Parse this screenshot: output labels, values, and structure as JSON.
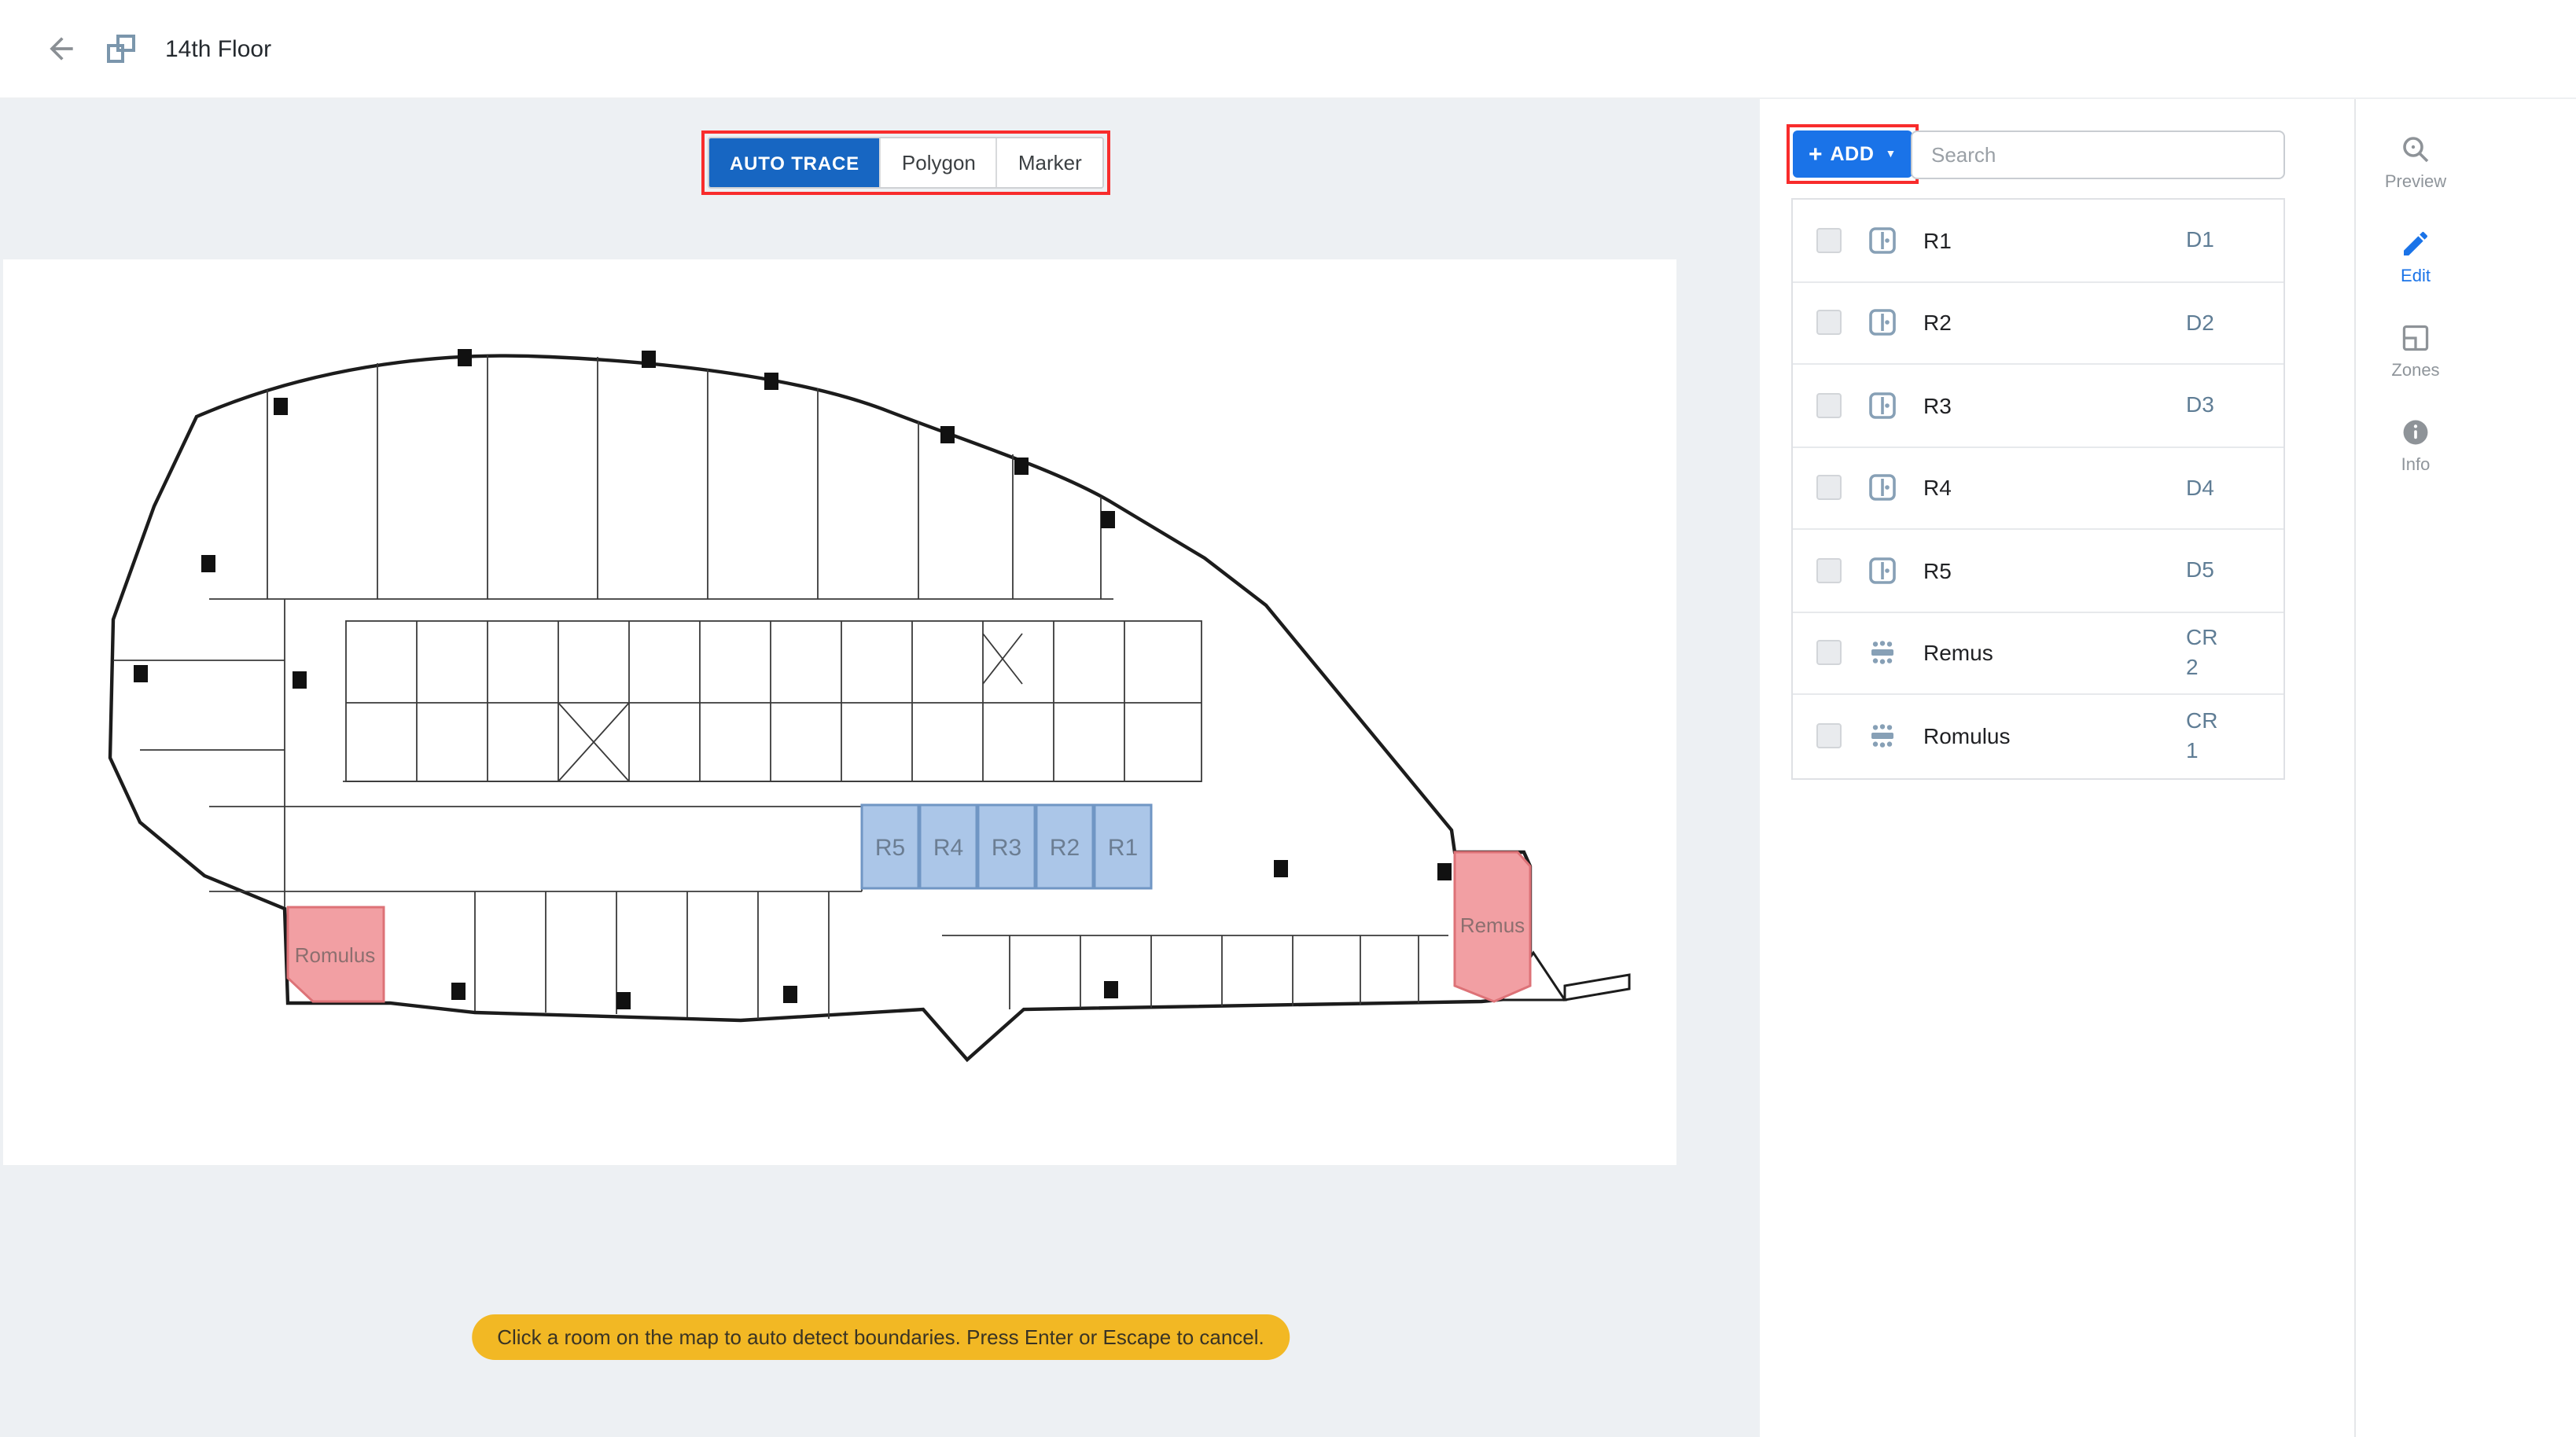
{
  "header": {
    "title": "14th Floor"
  },
  "toolbar": {
    "tabs": [
      {
        "label": "AUTO TRACE",
        "active": true
      },
      {
        "label": "Polygon",
        "active": false
      },
      {
        "label": "Marker",
        "active": false
      }
    ]
  },
  "map": {
    "room_labels": {
      "r5": "R5",
      "r4": "R4",
      "r3": "R3",
      "r2": "R2",
      "r1": "R1",
      "romulus": "Romulus",
      "remus": "Remus"
    }
  },
  "toast": {
    "message": "Click a room on the map to auto detect boundaries. Press Enter or Escape to cancel."
  },
  "panel": {
    "add_button": {
      "label": "ADD",
      "icon": "plus",
      "caret": "caret-down"
    },
    "search": {
      "placeholder": "Search"
    },
    "rooms": [
      {
        "name": "R1",
        "code": "D1",
        "icon": "door"
      },
      {
        "name": "R2",
        "code": "D2",
        "icon": "door"
      },
      {
        "name": "R3",
        "code": "D3",
        "icon": "door"
      },
      {
        "name": "R4",
        "code": "D4",
        "icon": "door"
      },
      {
        "name": "R5",
        "code": "D5",
        "icon": "door"
      },
      {
        "name": "Remus",
        "code": "CR 2",
        "icon": "conference"
      },
      {
        "name": "Romulus",
        "code": "CR 1",
        "icon": "conference"
      }
    ]
  },
  "rail": {
    "items": [
      {
        "label": "Preview",
        "icon": "magnifier-icon",
        "active": false
      },
      {
        "label": "Edit",
        "icon": "pencil-icon",
        "active": true
      },
      {
        "label": "Zones",
        "icon": "zones-icon",
        "active": false
      },
      {
        "label": "Info",
        "icon": "info-icon",
        "active": false
      }
    ]
  },
  "colors": {
    "accent_blue": "#1a73e8",
    "active_tab_blue": "#1766c2",
    "annotation_red": "#f82c2c",
    "toast_amber": "#f2b824",
    "room_blue_fill": "#abc6e8",
    "room_pink_fill": "#f29fa3"
  }
}
